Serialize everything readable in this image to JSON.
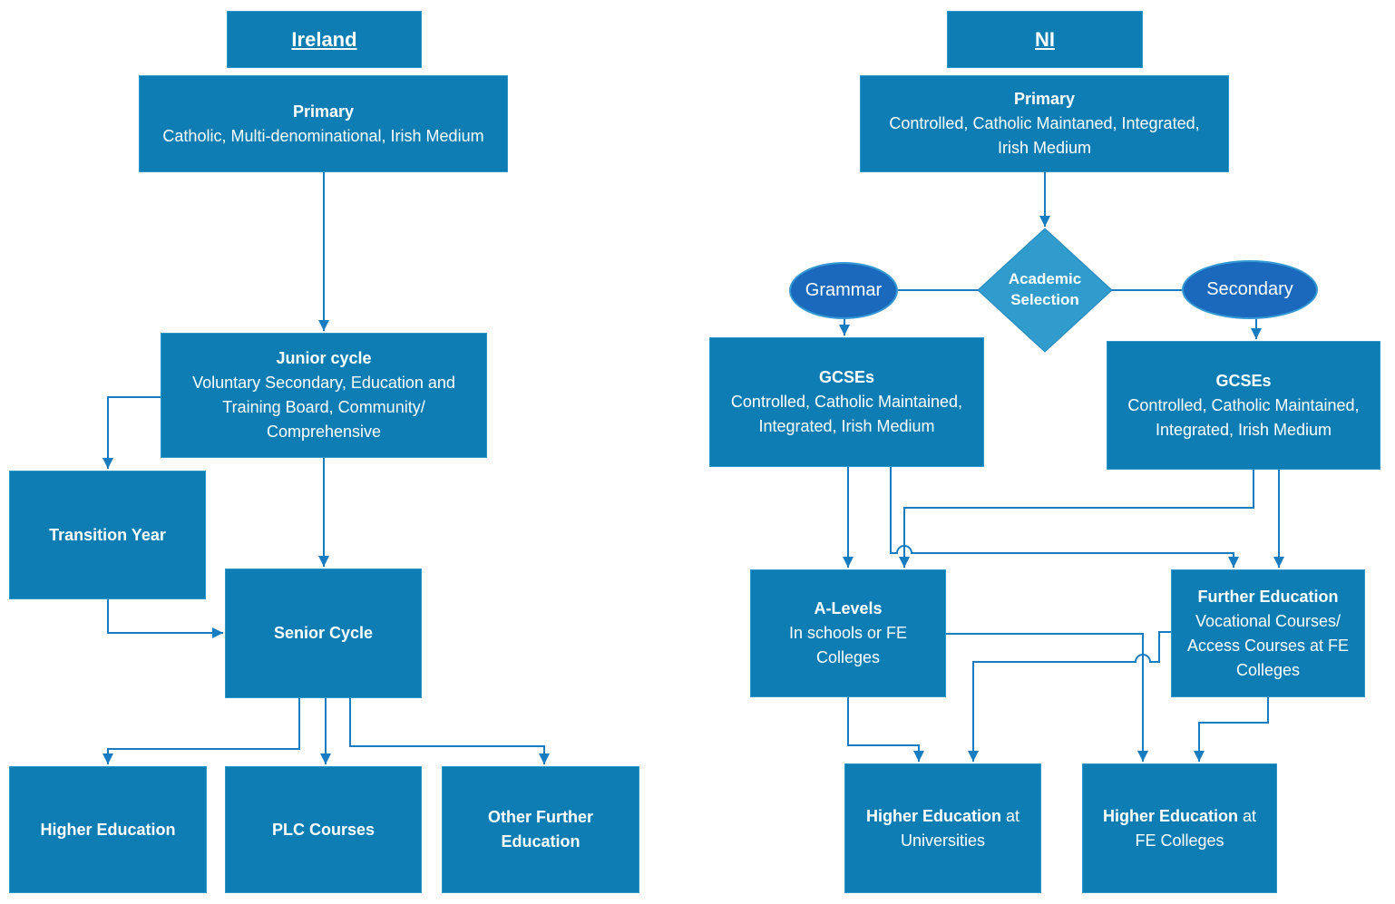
{
  "colors": {
    "box_fill": "#0e7db3",
    "box_border": "#2e96c9",
    "ellipse_fill": "#1a69bd",
    "ellipse_border": "#3498d4",
    "diamond_fill": "#2f9ccd",
    "connector": "#187cc1",
    "text": "#ffffff",
    "background": "#ffffff"
  },
  "nodes": {
    "ireland_header": {
      "title": "Ireland"
    },
    "ie_primary": {
      "title": "Primary",
      "subtitle": "Catholic, Multi-denominational, Irish Medium"
    },
    "ie_junior_cycle": {
      "title": "Junior cycle",
      "subtitle": "Voluntary Secondary, Education and Training Board, Community/ Comprehensive"
    },
    "ie_transition_year": {
      "title": "Transition Year"
    },
    "ie_senior_cycle": {
      "title": "Senior Cycle"
    },
    "ie_higher_education": {
      "title": "Higher Education"
    },
    "ie_plc_courses": {
      "title": "PLC Courses"
    },
    "ie_other_further_education": {
      "title": "Other Further Education"
    },
    "ni_header": {
      "title": "NI"
    },
    "ni_primary": {
      "title": "Primary",
      "subtitle": "Controlled, Catholic Maintaned, Integrated, Irish Medium"
    },
    "ni_academic_selection": {
      "title": "Academic Selection"
    },
    "ni_grammar": {
      "title": "Grammar"
    },
    "ni_secondary": {
      "title": "Secondary"
    },
    "ni_gcse_grammar": {
      "title": "GCSEs",
      "subtitle": "Controlled, Catholic Maintained, Integrated, Irish Medium"
    },
    "ni_gcse_secondary": {
      "title": "GCSEs",
      "subtitle": "Controlled, Catholic Maintained, Integrated, Irish Medium"
    },
    "ni_a_levels": {
      "title": "A-Levels",
      "subtitle": "In schools or FE Colleges"
    },
    "ni_further_education": {
      "title": "Further Education",
      "subtitle": "Vocational Courses/ Access Courses at FE Colleges"
    },
    "ni_he_universities": {
      "title": "Higher Education",
      "rest": "at Universities"
    },
    "ni_he_fe_colleges": {
      "title": "Higher Education",
      "rest": "at FE Colleges"
    }
  },
  "edges": [
    {
      "from": "ie_primary",
      "to": "ie_junior_cycle"
    },
    {
      "from": "ie_junior_cycle",
      "to": "ie_transition_year"
    },
    {
      "from": "ie_junior_cycle",
      "to": "ie_senior_cycle"
    },
    {
      "from": "ie_transition_year",
      "to": "ie_senior_cycle"
    },
    {
      "from": "ie_senior_cycle",
      "to": "ie_higher_education"
    },
    {
      "from": "ie_senior_cycle",
      "to": "ie_plc_courses"
    },
    {
      "from": "ie_senior_cycle",
      "to": "ie_other_further_education"
    },
    {
      "from": "ni_primary",
      "to": "ni_academic_selection"
    },
    {
      "from": "ni_academic_selection",
      "to": "ni_grammar"
    },
    {
      "from": "ni_academic_selection",
      "to": "ni_secondary"
    },
    {
      "from": "ni_grammar",
      "to": "ni_gcse_grammar"
    },
    {
      "from": "ni_secondary",
      "to": "ni_gcse_secondary"
    },
    {
      "from": "ni_gcse_grammar",
      "to": "ni_a_levels"
    },
    {
      "from": "ni_gcse_grammar",
      "to": "ni_further_education"
    },
    {
      "from": "ni_gcse_secondary",
      "to": "ni_a_levels"
    },
    {
      "from": "ni_gcse_secondary",
      "to": "ni_further_education"
    },
    {
      "from": "ni_a_levels",
      "to": "ni_he_universities"
    },
    {
      "from": "ni_a_levels",
      "to": "ni_he_fe_colleges"
    },
    {
      "from": "ni_further_education",
      "to": "ni_he_universities"
    },
    {
      "from": "ni_further_education",
      "to": "ni_he_fe_colleges"
    }
  ]
}
